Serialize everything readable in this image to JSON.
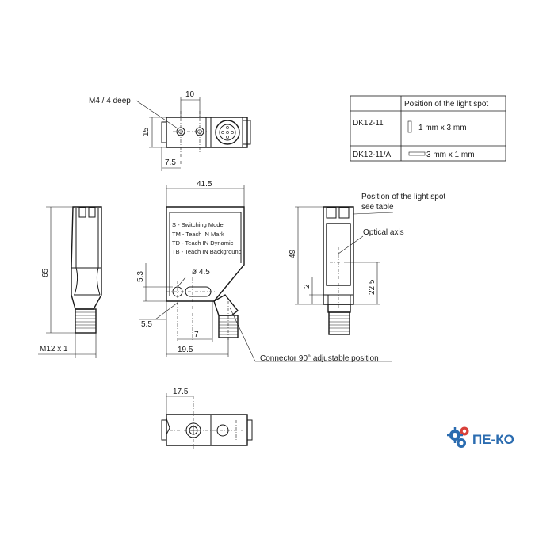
{
  "table": {
    "header": "Position of the light spot",
    "rows": [
      {
        "model": "DK12-11",
        "spot": "1 mm x 3 mm"
      },
      {
        "model": "DK12-11/A",
        "spot": "3 mm x 1 mm"
      }
    ]
  },
  "top_view": {
    "thread_label": "M4 / 4 deep",
    "dim_10": "10",
    "dim_15": "15",
    "dim_7_5": "7.5"
  },
  "front_view": {
    "dim_41_5": "41.5",
    "dim_5_3": "5.3",
    "dim_dia": "ø 4.5",
    "dim_5_5": "5.5",
    "dim_7": "7",
    "dim_19_5": "19.5",
    "modes": [
      "S    - Switching Mode",
      "TM  - Teach IN Mark",
      "TD  - Teach IN Dynamic",
      "TB  - Teach IN Background"
    ],
    "connector_label": "Connector 90° adjustable position"
  },
  "left_view": {
    "dim_65": "65",
    "thread": "M12 x 1"
  },
  "right_view": {
    "spot_label_1": "Position of the light spot",
    "spot_label_2": "see table",
    "optical_axis": "Optical axis",
    "dim_49": "49",
    "dim_2": "2",
    "dim_22_5": "22.5"
  },
  "bottom_view": {
    "dim_17_5": "17.5"
  },
  "logo": {
    "text": "ПЕ-КО",
    "brand_color": "#2b6cb0",
    "accent_color": "#d9413b"
  }
}
